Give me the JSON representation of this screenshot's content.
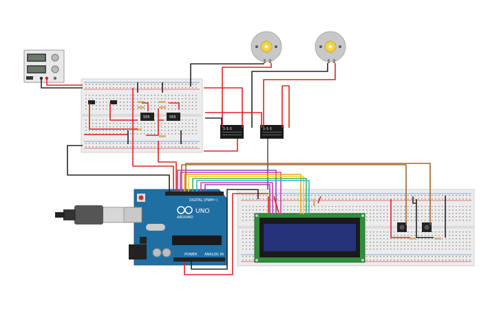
{
  "arduino": {
    "brand": "ARDUINO",
    "model": "UNO",
    "header_digital": "DIGITAL (PWM~)",
    "header_power": "POWER",
    "header_analog": "ANALOG IN",
    "color": "#1f6fa3"
  },
  "relays": [
    {
      "label": "1-1-1"
    },
    {
      "label": "1-1-1"
    }
  ],
  "ics": [
    {
      "label": "555"
    },
    {
      "label": "555"
    }
  ],
  "lcd": {
    "screen_color": "#26327a",
    "pcb_color": "#2f8f3a"
  },
  "colors": {
    "wire_red": "#e02020",
    "wire_black": "#222222",
    "wire_brown": "#a0622d",
    "wire_orange": "#f0a020",
    "wire_yellow": "#e6d21a",
    "wire_green": "#4caf50",
    "wire_cyan": "#29b6d6",
    "wire_purple": "#8e44ad",
    "wire_magenta": "#d13bb0",
    "breadboard": "#ececec",
    "motor_body": "#c8c8c8",
    "motor_shaft": "#f2d04a"
  }
}
